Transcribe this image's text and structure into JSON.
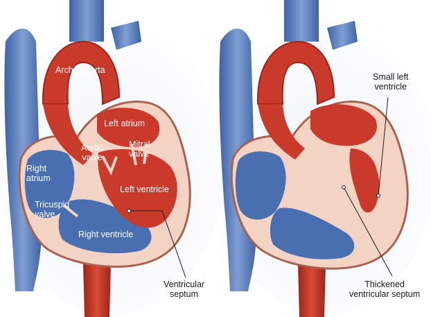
{
  "labels": {
    "arch_of_aorta": "Arch of aorta",
    "left_atrium": "Left atrium",
    "aortic_valve": [
      "Aortic",
      "valve"
    ],
    "mitral_valve": [
      "Mitral",
      "valve"
    ],
    "right_atrium": [
      "Right",
      "atrium"
    ],
    "left_ventricle": "Left ventricle",
    "tricuspid_valve": [
      "Tricuspid",
      "valve"
    ],
    "right_ventricle": "Right ventricle",
    "ventricular_septum": [
      "Ventricular",
      "septum"
    ],
    "small_left_ventricle": [
      "Small left",
      "ventricle"
    ],
    "thickened_ventricular_septum": [
      "Thickened",
      "ventricular septum"
    ]
  },
  "colors": {
    "artery_red": "#c93a2a",
    "artery_dark": "#9e2418",
    "vein_blue": "#4a6fb0",
    "vein_light": "#7f9fd3",
    "septum_pink": "#f3d3c4",
    "outline": "#a8624e",
    "leader": "#1a1a1a"
  }
}
